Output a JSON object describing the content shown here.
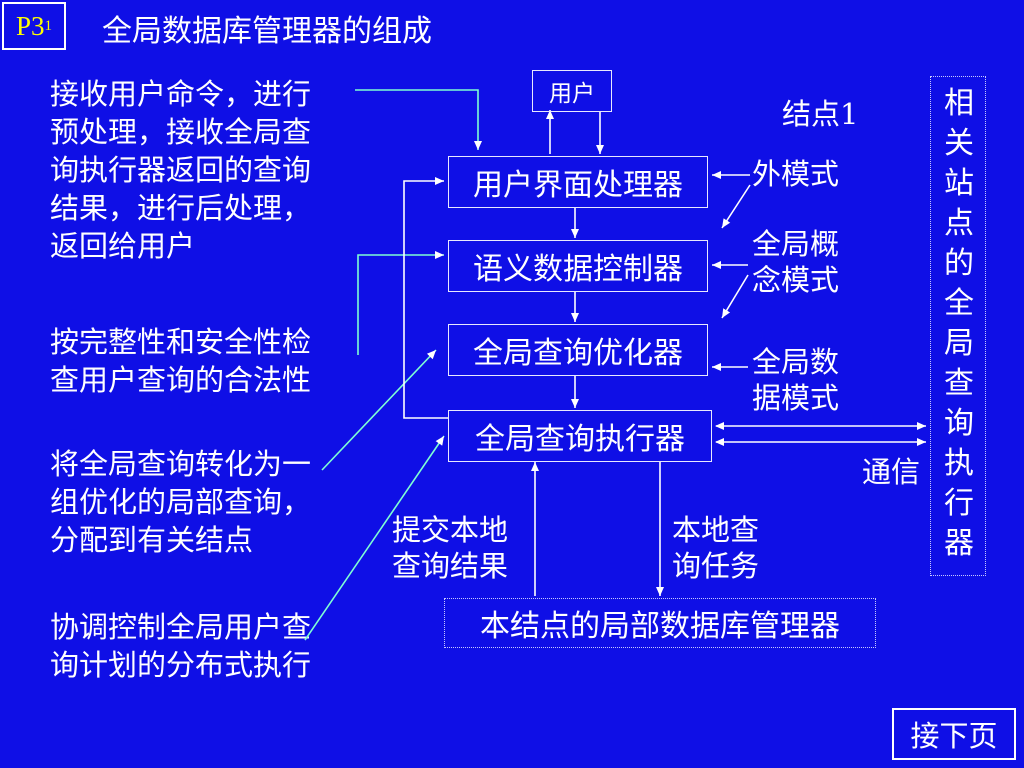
{
  "header": {
    "page_tag_main": "P3",
    "page_tag_sup": "1",
    "title": "全局数据库管理器的组成"
  },
  "notes": [
    {
      "lines": [
        "接收用户命令，进行",
        "预处理，接收全局查",
        "询执行器返回的查询",
        "结果，进行后处理，",
        "返回给用户"
      ]
    },
    {
      "lines": [
        "按完整性和安全性检",
        "查用户查询的合法性"
      ]
    },
    {
      "lines": [
        "将全局查询转化为一",
        "组优化的局部查询，",
        "分配到有关结点"
      ]
    },
    {
      "lines": [
        "协调控制全局用户查",
        "询计划的分布式执行"
      ]
    }
  ],
  "node_label": "结点1",
  "components": {
    "user": "用户",
    "ui_processor": "用户界面处理器",
    "semantic_controller": "语义数据控制器",
    "query_optimizer": "全局查询优化器",
    "query_executor": "全局查询执行器",
    "local_dbms": "本结点的局部数据库管理器"
  },
  "schemas": {
    "external": "外模式",
    "global_concept": [
      "全局概",
      "念模式"
    ],
    "global_data": [
      "全局数",
      "据模式"
    ]
  },
  "flow_labels": {
    "submit_results": [
      "提交本地",
      "查询结果"
    ],
    "local_tasks": [
      "本地查",
      "询任务"
    ],
    "communication": "通信"
  },
  "related_sites": [
    "相",
    "关",
    "站",
    "点",
    "的",
    "全",
    "局",
    "查",
    "询",
    "执",
    "行",
    "器"
  ],
  "nav": {
    "next_page": "接下页"
  },
  "colors": {
    "background": "#0f0fe6",
    "text": "#ffffff",
    "page_tag": "#ffff00",
    "pointer_line": "#7fffd4",
    "arrow": "#ffffff"
  }
}
